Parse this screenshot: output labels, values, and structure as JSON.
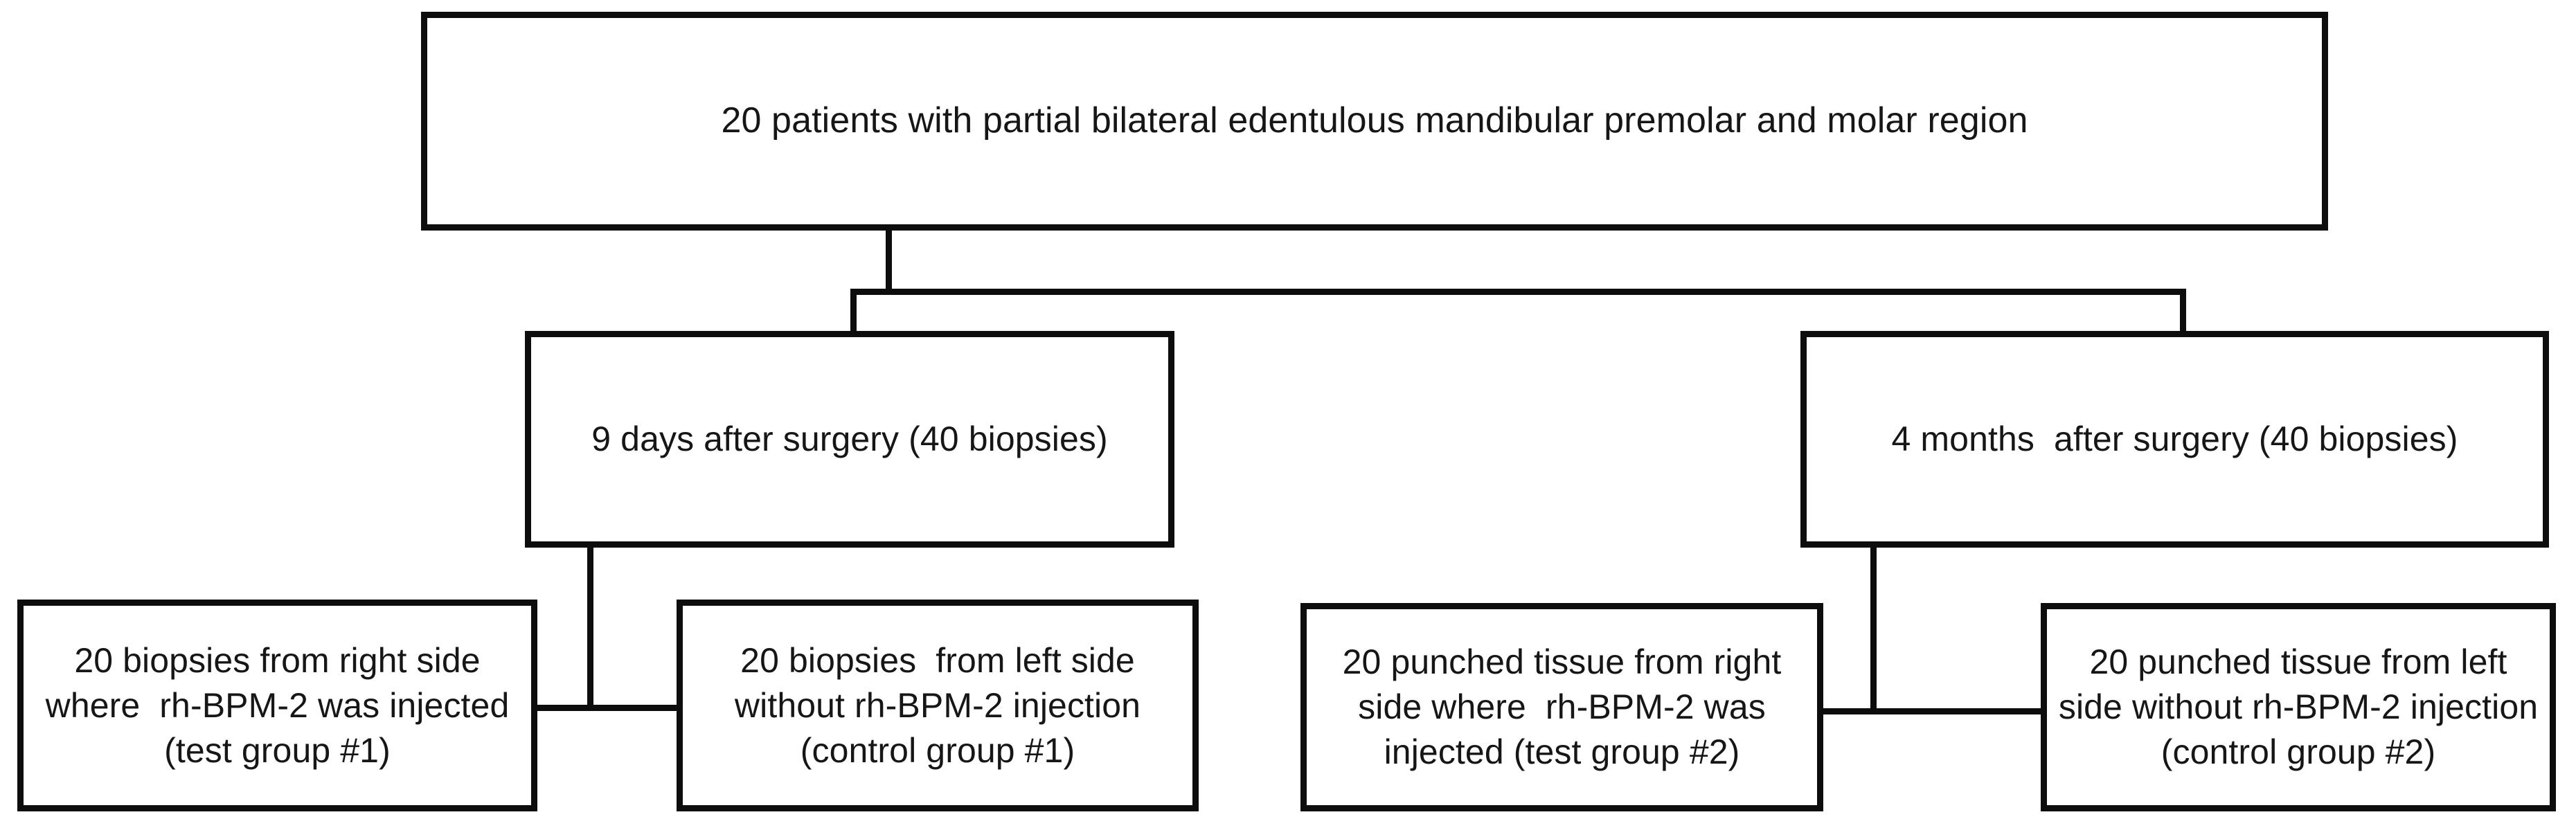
{
  "diagram": {
    "title": "Study design flowchart",
    "line_color": "#0d0d0d",
    "box_fill": "#ffffff",
    "text_color": "#161616",
    "nodes": {
      "root": {
        "label": "20 patients with partial bilateral edentulous mandibular premolar and molar region"
      },
      "timepoint_1": {
        "label": "9 days after surgery (40 biopsies)"
      },
      "timepoint_2": {
        "label": "4 months  after surgery (40 biopsies)"
      },
      "group_1": {
        "label": "20 biopsies from right side where  rh-BPM-2 was injected (test group #1)"
      },
      "group_2": {
        "label": "20 biopsies  from left side without rh-BPM-2 injection (control group #1)"
      },
      "group_3": {
        "label": "20 punched tissue from right side where  rh-BPM-2 was injected (test group #2)"
      },
      "group_4": {
        "label": "20 punched tissue from left side without rh-BPM-2 injection (control group #2)"
      }
    }
  }
}
